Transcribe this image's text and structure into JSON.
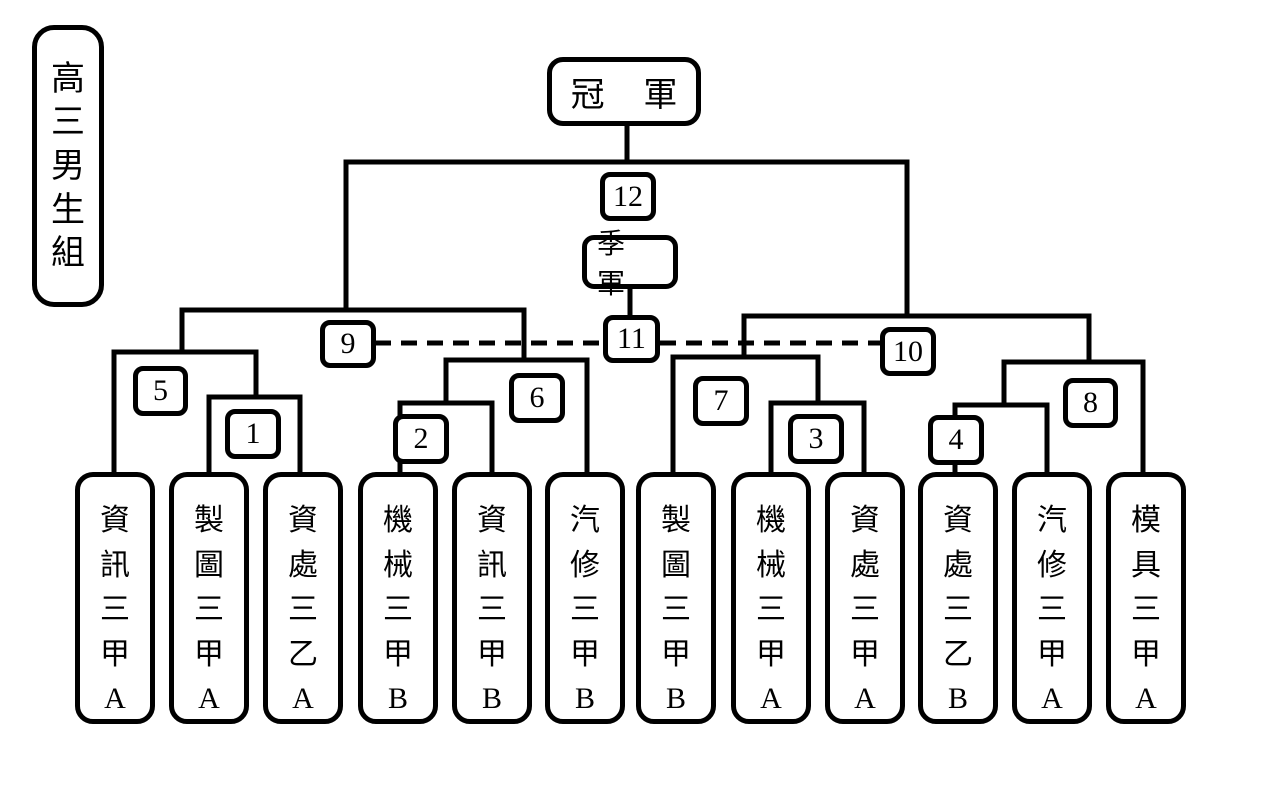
{
  "title": {
    "chars": [
      "高",
      "三",
      "男",
      "生",
      "組"
    ]
  },
  "champion_label": "冠 軍",
  "third_place_label": "季 軍",
  "matches": {
    "m1": "1",
    "m2": "2",
    "m3": "3",
    "m4": "4",
    "m5": "5",
    "m6": "6",
    "m7": "7",
    "m8": "8",
    "m9": "9",
    "m10": "10",
    "m11": "11",
    "m12": "12"
  },
  "teams": [
    {
      "chars": [
        "資",
        "訊",
        "三",
        "甲"
      ],
      "suffix": "A"
    },
    {
      "chars": [
        "製",
        "圖",
        "三",
        "甲"
      ],
      "suffix": "A"
    },
    {
      "chars": [
        "資",
        "處",
        "三",
        "乙"
      ],
      "suffix": "A"
    },
    {
      "chars": [
        "機",
        "械",
        "三",
        "甲"
      ],
      "suffix": "B"
    },
    {
      "chars": [
        "資",
        "訊",
        "三",
        "甲"
      ],
      "suffix": "B"
    },
    {
      "chars": [
        "汽",
        "修",
        "三",
        "甲"
      ],
      "suffix": "B"
    },
    {
      "chars": [
        "製",
        "圖",
        "三",
        "甲"
      ],
      "suffix": "B"
    },
    {
      "chars": [
        "機",
        "械",
        "三",
        "甲"
      ],
      "suffix": "A"
    },
    {
      "chars": [
        "資",
        "處",
        "三",
        "甲"
      ],
      "suffix": "A"
    },
    {
      "chars": [
        "資",
        "處",
        "三",
        "乙"
      ],
      "suffix": "B"
    },
    {
      "chars": [
        "汽",
        "修",
        "三",
        "甲"
      ],
      "suffix": "A"
    },
    {
      "chars": [
        "模",
        "具",
        "三",
        "甲"
      ],
      "suffix": "A"
    }
  ]
}
